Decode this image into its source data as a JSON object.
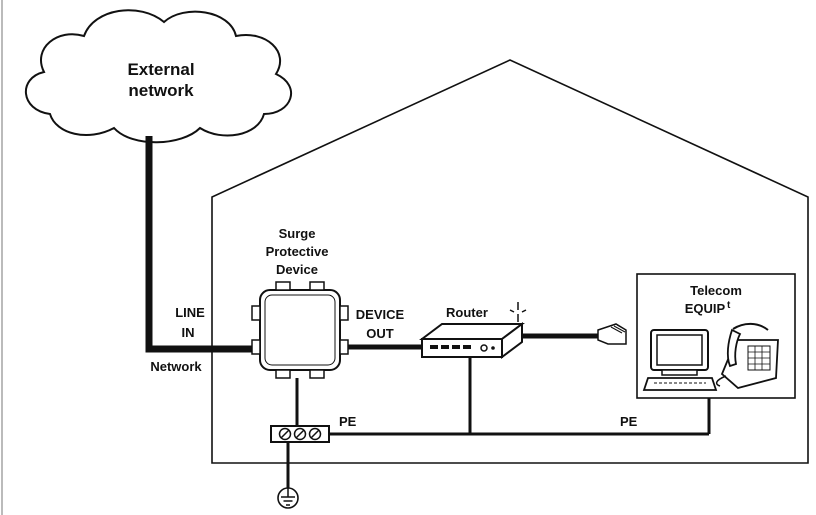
{
  "labels": {
    "cloud_line1": "External",
    "cloud_line2": "network",
    "spd_line1": "Surge",
    "spd_line2": "Protective",
    "spd_line3": "Device",
    "line_in_1": "LINE",
    "line_in_2": "IN",
    "network": "Network",
    "device_out_1": "DEVICE",
    "device_out_2": "OUT",
    "router": "Router",
    "telecom_1": "Telecom",
    "telecom_2": "EQUIP",
    "telecom_sup": "t",
    "pe_left": "PE",
    "pe_right": "PE"
  },
  "icons": {
    "cloud": "cloud-icon",
    "spd": "surge-protective-device-icon",
    "router": "router-icon",
    "plug": "rj-connector-icon",
    "computer": "computer-icon",
    "phone": "telephone-icon",
    "terminal": "terminal-block-icon",
    "ground": "ground-symbol-icon"
  },
  "colors": {
    "line": "#111111",
    "device_fill": "#ffffff",
    "frame": "#bbbbbb"
  }
}
